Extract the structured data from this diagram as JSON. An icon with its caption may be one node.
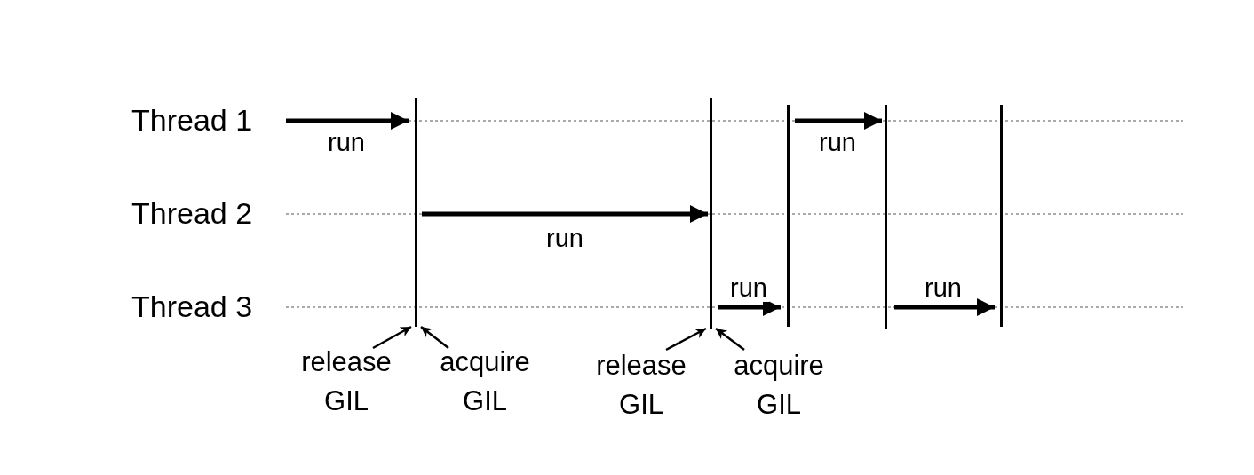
{
  "diagram": {
    "nodes": [
      {
        "text": [],
        "shape": "bar"
      },
      {
        "text": [],
        "shape": "bar"
      },
      {
        "text": [],
        "shape": "bar"
      },
      {
        "text": [],
        "shape": "bar"
      },
      {
        "text": [],
        "shape": "bar"
      },
      {
        "text": [
          "release GIL"
        ]
      },
      {
        "text": [
          "acquire GIL"
        ]
      },
      {
        "text": [
          "release GIL"
        ]
      },
      {
        "text": [
          "acquire GIL"
        ]
      }
    ],
    "edges": [
      {
        "from": null,
        "to": 0,
        "arrow": "to",
        "label": "run"
      },
      {
        "from": 0,
        "to": 1,
        "arrow": "to",
        "label": "run"
      },
      {
        "from": 1,
        "to": 2,
        "arrow": "to",
        "label": "run"
      },
      {
        "from": 2,
        "to": 3,
        "arrow": "to",
        "label": "run"
      },
      {
        "from": 3,
        "to": 4,
        "arrow": "to",
        "label": "run"
      },
      {
        "from": 5,
        "to": 0,
        "arrow": "to"
      },
      {
        "from": 6,
        "to": 0,
        "arrow": "to"
      },
      {
        "from": 7,
        "to": 1,
        "arrow": "to"
      },
      {
        "from": 8,
        "to": 1,
        "arrow": "to"
      }
    ],
    "labels": [
      "Thread 1",
      "Thread 2",
      "Thread 3"
    ]
  }
}
